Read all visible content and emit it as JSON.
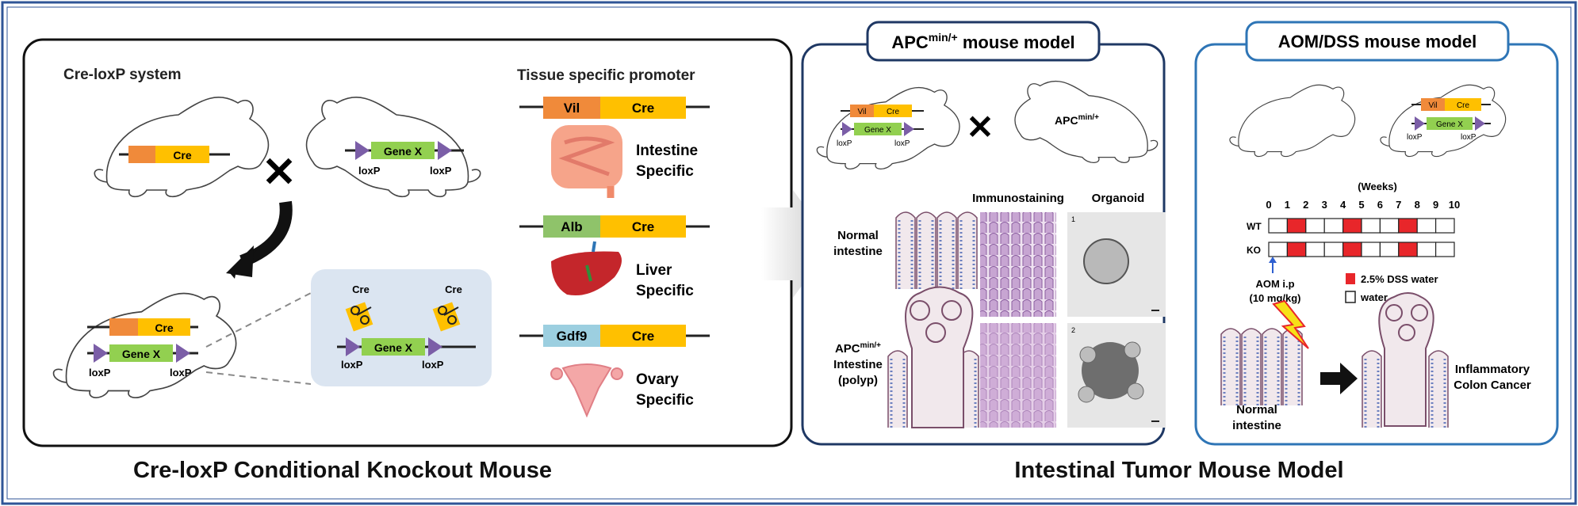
{
  "left_panel": {
    "system_title": "Cre-loxP system",
    "cre": "Cre",
    "gene_x": "Gene X",
    "loxp": "loxP",
    "cross_symbol": "✕",
    "caption": "Cre-loxP Conditional Knockout Mouse",
    "promoter_title": "Tissue specific promoter",
    "promoters": [
      {
        "name": "Vil",
        "cre": "Cre",
        "tissue_line1": "Intestine",
        "tissue_line2": "Specific",
        "color": "#f08a3a"
      },
      {
        "name": "Alb",
        "cre": "Cre",
        "tissue_line1": "Liver",
        "tissue_line2": "Specific",
        "color": "#8fc36a"
      },
      {
        "name": "Gdf9",
        "cre": "Cre",
        "tissue_line1": "Ovary",
        "tissue_line2": "Specific",
        "color": "#9ccfe0"
      }
    ]
  },
  "apc_panel": {
    "title_main": "APC",
    "title_sup": "min/+",
    "title_rest": " mouse model",
    "mouse_label_main": "APC",
    "mouse_label_sup": "min/+",
    "vil": "Vil",
    "cre": "Cre",
    "gene_x": "Gene X",
    "loxp": "loxP",
    "col_immuno": "Immunostaining",
    "col_organoid": "Organoid",
    "row1_line1": "Normal",
    "row1_line2": "intestine",
    "row2_main": "APC",
    "row2_sup": "min/+",
    "row2_line2": "Intestine",
    "row2_line3": "(polyp)",
    "organoid_num1": "1",
    "organoid_num2": "2"
  },
  "aom_panel": {
    "title": "AOM/DSS mouse model",
    "vil": "Vil",
    "cre": "Cre",
    "gene_x": "Gene X",
    "loxp": "loxP",
    "weeks_label": "(Weeks)",
    "week_ticks": [
      "0",
      "1",
      "2",
      "3",
      "4",
      "5",
      "6",
      "7",
      "8",
      "9",
      "10"
    ],
    "rows": [
      {
        "label": "WT",
        "dss_weeks": [
          1,
          4,
          7
        ]
      },
      {
        "label": "KO",
        "dss_weeks": [
          1,
          4,
          7
        ]
      }
    ],
    "aom_line1": "AOM i.p",
    "aom_line2": "(10 mg/kg)",
    "legend_dss": "2.5% DSS water",
    "legend_water": "water",
    "normal_line1": "Normal",
    "normal_line2": "intestine",
    "cancer_line1": "Inflammatory",
    "cancer_line2": "Colon Cancer"
  },
  "right_caption": "Intestinal Tumor Mouse Model",
  "colors": {
    "frame_border": "#2f5597",
    "cre_yellow": "#ffc000",
    "cre_orange": "#f08a3a",
    "gene_green": "#92d050",
    "loxp_purple": "#7b5ea7",
    "dss_red": "#e8262a",
    "apc_border": "#1f3864",
    "aom_border": "#2e75b6"
  }
}
